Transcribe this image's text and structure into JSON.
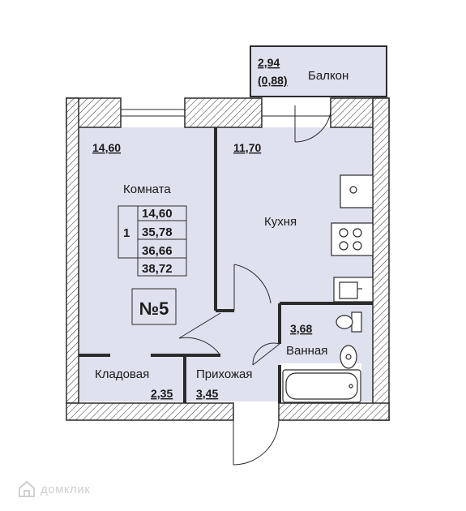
{
  "balcony": {
    "area": "2,94",
    "area_coef": "(0,88)",
    "name": "Балкон"
  },
  "room": {
    "area": "14,60",
    "name": "Комната"
  },
  "kitchen": {
    "area": "11,70",
    "name": "Кухня"
  },
  "bathroom": {
    "area": "3,68",
    "name": "Ванная"
  },
  "storage": {
    "area": "2,35",
    "name": "Кладовая"
  },
  "hallway": {
    "area": "3,45",
    "name": "Прихожая"
  },
  "summary": {
    "rooms": "1",
    "living_area": "14,60",
    "total_area": "35,78",
    "area_with_coef": "36,66",
    "area_with_balcony": "38,72"
  },
  "apartment_number": "№5",
  "watermark": "домклик",
  "colors": {
    "floor": "#e0e1ee",
    "wall": "#2b2b2b",
    "hatch": "#ffffff",
    "watermark": "#d0d0d0"
  }
}
